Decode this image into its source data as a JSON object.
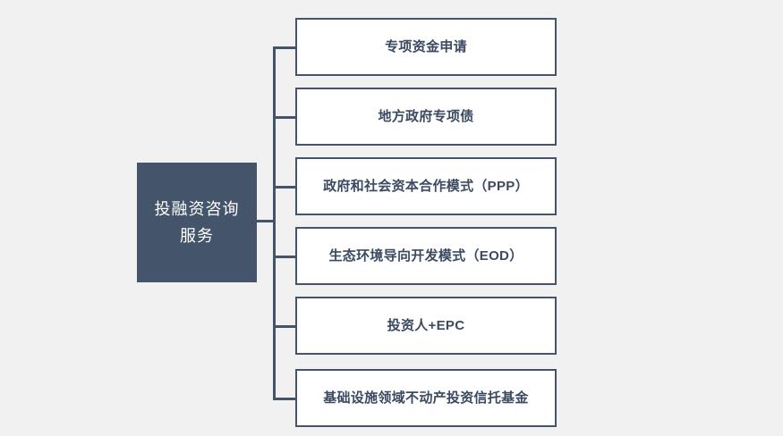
{
  "diagram": {
    "type": "hierarchy",
    "background_color": "#f1f1f1",
    "root": {
      "label": "投融资咨询\n服务",
      "fill_color": "#44546a",
      "text_color": "#ffffff"
    },
    "connector_color": "#44546a",
    "branch_style": {
      "fill_color": "#ffffff",
      "border_color": "#44546a",
      "text_color": "#3b4a61"
    },
    "branches": [
      {
        "label": "专项资金申请"
      },
      {
        "label": "地方政府专项债"
      },
      {
        "label": "政府和社会资本合作模式（PPP）"
      },
      {
        "label": "生态环境导向开发模式（EOD）"
      },
      {
        "label": "投资人+EPC"
      },
      {
        "label": "基础设施领域不动产投资信托基金"
      }
    ]
  }
}
